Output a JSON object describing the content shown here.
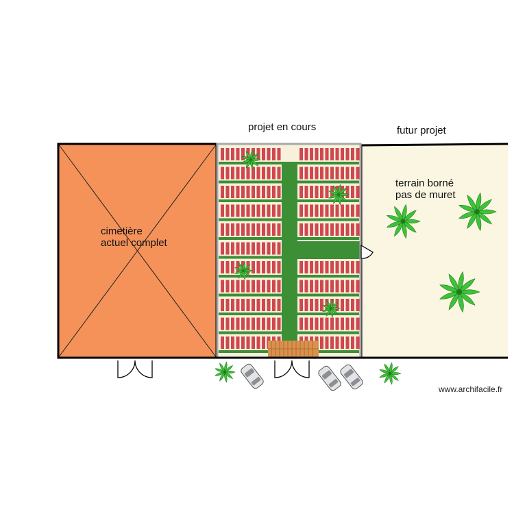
{
  "labels": {
    "current_project": "projet en cours",
    "future_project": "futur projet",
    "left_line1": "cimetière",
    "left_line2": "actuel complet",
    "right_line1": "terrain borné",
    "right_line2": "pas de muret",
    "watermark": "www.archifacile.fr"
  },
  "colors": {
    "left_zone": "#f4925a",
    "middle_zone": "#f7f1dc",
    "right_zone": "#fbf6e2",
    "path_green": "#3c8f35",
    "grave_red": "#cf4850",
    "stairs": "#d9924e",
    "wall": "#000000",
    "middle_border": "#a8a8a8"
  },
  "icons": [
    "palm-tree-icon",
    "car-icon",
    "door-icon"
  ]
}
